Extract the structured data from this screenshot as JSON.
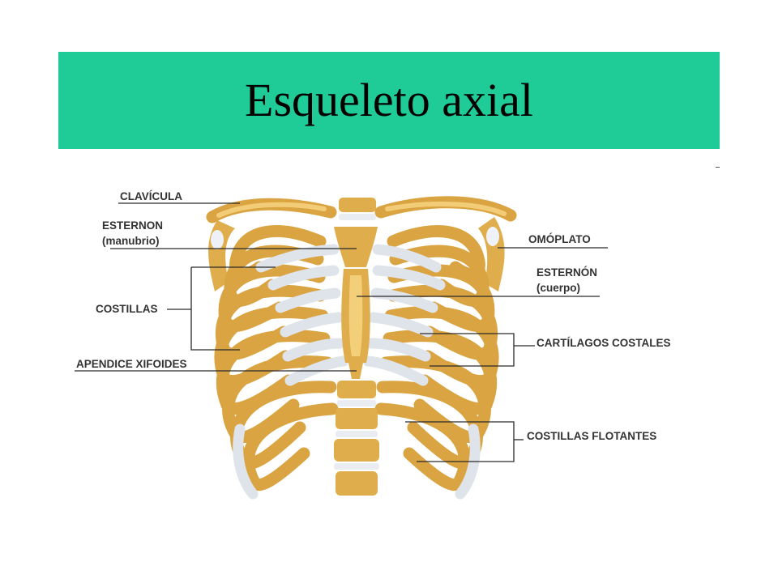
{
  "slide": {
    "title": "Esqueleto axial",
    "title_bar_color": "#1fcc98"
  },
  "labels": {
    "clavicula": "CLAVÍCULA",
    "esternon_line1": "ESTERNON",
    "esternon_line2": "(manubrio)",
    "costillas": "COSTILLAS",
    "apendice": "APENDICE  XIFOIDES",
    "omoplato": "OMÓPLATO",
    "esternon_cuerpo_line1": "ESTERNÓN",
    "esternon_cuerpo_line2": "(cuerpo)",
    "cartilagos": "CARTÍLAGOS  COSTALES",
    "flotantes": "COSTILLAS FLOTANTES"
  },
  "colors": {
    "bone": "#d9a441",
    "cartilage": "#dfe3ea",
    "label_text": "#333333"
  }
}
